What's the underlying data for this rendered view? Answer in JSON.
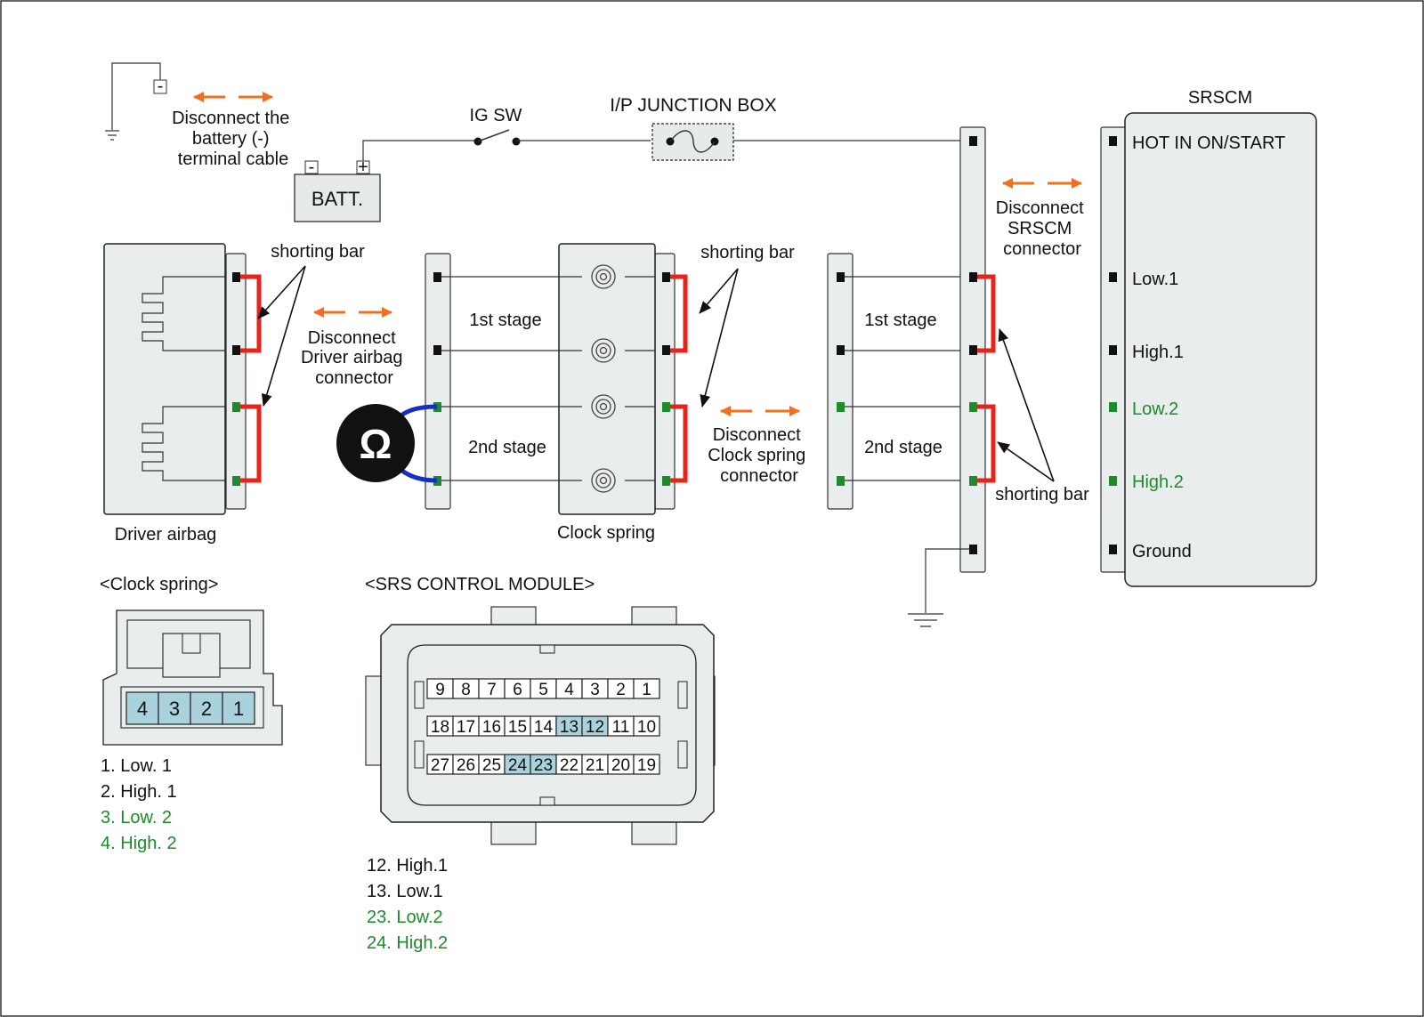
{
  "colors": {
    "shorting_bar": "#e8231b",
    "ohmmeter_lead": "#1230c8",
    "disconnect_arrow": "#f07020",
    "green_text": "#1f8a2b",
    "highlight_pin": "#a9d2dc"
  },
  "icons": [
    "ground-icon",
    "disconnect-arrow-icon",
    "ohmmeter-icon",
    "clock-spring-coil-icon",
    "fuse-icon",
    "switch-icon"
  ],
  "labels": {
    "battery_disconnect": [
      "Disconnect the",
      "battery (-)",
      "terminal cable"
    ],
    "batt_minus": "-",
    "batt_plus": "+",
    "batt_neg_terminal": "-",
    "batt": "BATT.",
    "ig_sw": "IG SW",
    "junction_box": "I/P JUNCTION BOX",
    "srscm_title": "SRSCM",
    "srscm_disconnect": [
      "Disconnect",
      "SRSCM",
      "connector"
    ],
    "shorting_bar": "shorting bar",
    "driver_disconnect": [
      "Disconnect",
      "Driver airbag",
      "connector"
    ],
    "clock_disconnect": [
      "Disconnect",
      "Clock spring",
      "connector"
    ],
    "first_stage": "1st stage",
    "second_stage": "2nd stage",
    "driver_airbag": "Driver airbag",
    "clock_spring": "Clock spring",
    "ohm_symbol": "Ω"
  },
  "srscm_pins": [
    {
      "label": "HOT IN ON/START",
      "green": false
    },
    {
      "label": "Low.1",
      "green": false
    },
    {
      "label": "High.1",
      "green": false
    },
    {
      "label": "Low.2",
      "green": true
    },
    {
      "label": "High.2",
      "green": true
    },
    {
      "label": "Ground",
      "green": false
    }
  ],
  "clock_spring_connector": {
    "title": "<Clock spring>",
    "pins": [
      "4",
      "3",
      "2",
      "1"
    ],
    "legend": [
      {
        "text": "1. Low. 1",
        "green": false
      },
      {
        "text": "2. High. 1",
        "green": false
      },
      {
        "text": "3. Low. 2",
        "green": true
      },
      {
        "text": "4. High. 2",
        "green": true
      }
    ]
  },
  "srs_module_connector": {
    "title": "<SRS CONTROL MODULE>",
    "rows": [
      [
        "9",
        "8",
        "7",
        "6",
        "5",
        "4",
        "3",
        "2",
        "1"
      ],
      [
        "18",
        "17",
        "16",
        "15",
        "14",
        "13",
        "12",
        "11",
        "10"
      ],
      [
        "27",
        "26",
        "25",
        "24",
        "23",
        "22",
        "21",
        "20",
        "19"
      ]
    ],
    "highlighted": [
      "13",
      "12",
      "24",
      "23"
    ],
    "legend": [
      {
        "text": "12. High.1",
        "green": false
      },
      {
        "text": "13. Low.1",
        "green": false
      },
      {
        "text": "23. Low.2",
        "green": true
      },
      {
        "text": "24. High.2",
        "green": true
      }
    ]
  }
}
